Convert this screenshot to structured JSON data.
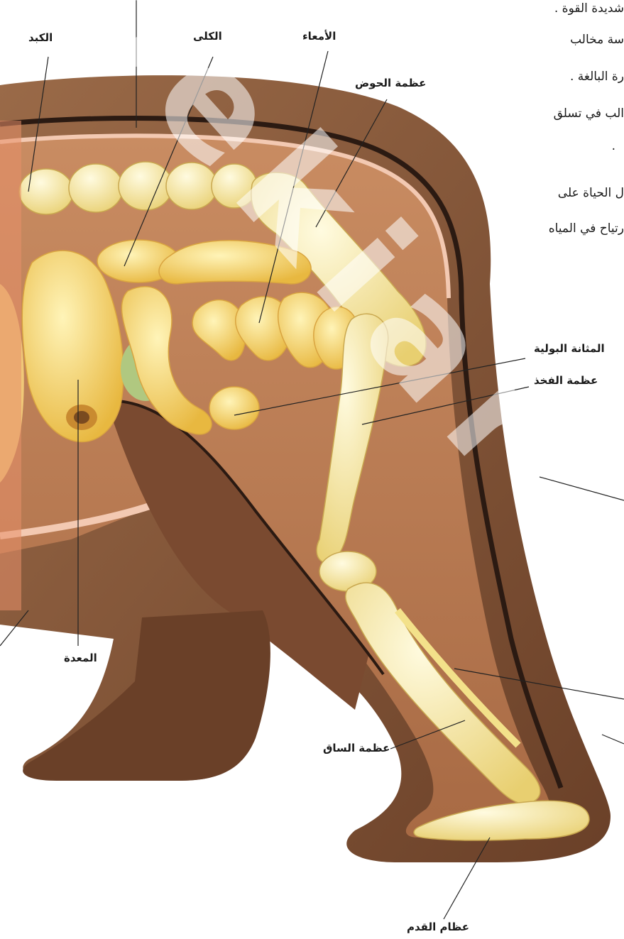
{
  "labels": {
    "liver": "الكبد",
    "kidneys": "الكلى",
    "intestines": "الأمعاء",
    "pelvis": "عظمة الحوض",
    "bladder": "المثانة البولية",
    "femur": "عظمة الفخذ",
    "stomach": "المعدة",
    "shin": "عظمة الساق",
    "foot": "عظام القدم"
  },
  "body_text": {
    "line1": "شديدة القوة .",
    "line2": "سة مخالب",
    "line3": "رة البالغة .",
    "line4": "الب في تسلق",
    "line5": ".",
    "line6": "ل الحياة على",
    "line7": "رتياح في المياه"
  },
  "watermark": "bekiar",
  "colors": {
    "fur": "#8a5a3c",
    "fur_dark": "#5a3420",
    "cavity": "#b87a52",
    "bone": "#f3e18a",
    "organ": "#f5d45a",
    "green_organ": "#a8c078",
    "membrane": "#f0c8b0",
    "dark_line": "#2b1a12"
  }
}
